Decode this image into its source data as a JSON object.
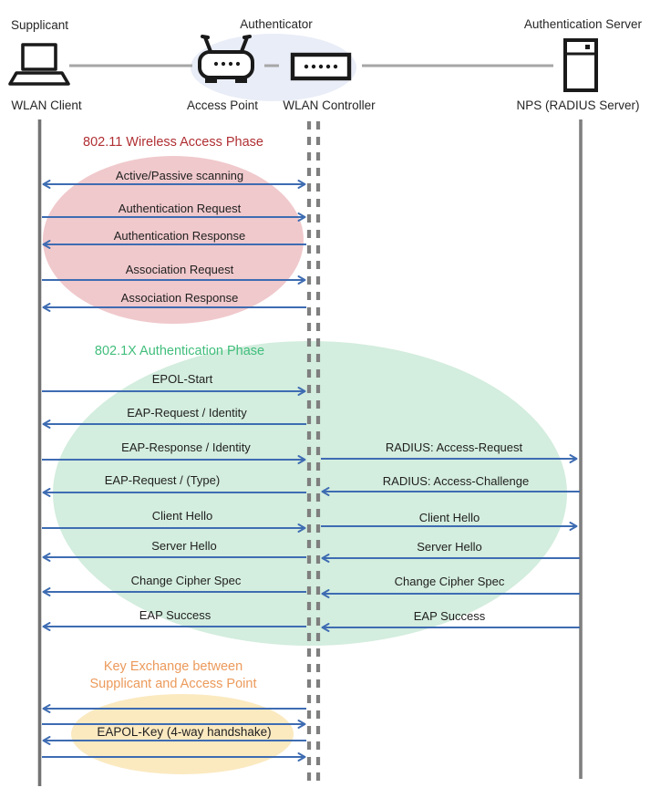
{
  "actors": {
    "roles": [
      {
        "label": "Supplicant"
      },
      {
        "label": "Authenticator"
      },
      {
        "label": "Authentication Server"
      }
    ],
    "devices": [
      {
        "label": "WLAN Client",
        "icon": "laptop-icon"
      },
      {
        "label": "Access Point",
        "icon": "access-point-icon"
      },
      {
        "label": "WLAN Controller",
        "icon": "wlan-controller-icon"
      },
      {
        "label": "NPS (RADIUS Server)",
        "icon": "server-icon"
      }
    ]
  },
  "colors": {
    "arrow": "#3E6CB2",
    "lifeline_solid": "#737373",
    "lifeline_dashed": "#7F7F7F",
    "connector": "#A6A6A6",
    "authenticator_group_fill": "#E9EDF7",
    "phase1_ellipse": "#F0C9CC",
    "phase2_ellipse": "#D3EDDE",
    "phase3_ellipse": "#FBE9C0",
    "phase1_title": "#B02F33",
    "phase2_title": "#41BE7C",
    "phase3_title": "#EC9A5B"
  },
  "phases": [
    {
      "title": "802.11 Wireless Access Phase",
      "messages": [
        {
          "label": "Active/Passive scanning",
          "from": "WLAN Client",
          "to": "WLAN Controller",
          "direction": "bidirectional"
        },
        {
          "label": "Authentication Request",
          "from": "WLAN Client",
          "to": "WLAN Controller",
          "direction": "right"
        },
        {
          "label": "Authentication Response",
          "from": "WLAN Controller",
          "to": "WLAN Client",
          "direction": "left"
        },
        {
          "label": "Association Request",
          "from": "WLAN Client",
          "to": "WLAN Controller",
          "direction": "right"
        },
        {
          "label": "Association Response",
          "from": "WLAN Controller",
          "to": "WLAN Client",
          "direction": "left"
        }
      ]
    },
    {
      "title": "802.1X Authentication Phase",
      "messages": [
        {
          "label": "EPOL-Start",
          "segment": "client-controller",
          "direction": "right"
        },
        {
          "label": "EAP-Request / Identity",
          "segment": "client-controller",
          "direction": "left"
        },
        {
          "label": "EAP-Response / Identity",
          "segment": "client-controller",
          "direction": "right"
        },
        {
          "label": "RADIUS: Access-Request",
          "segment": "controller-server",
          "direction": "right"
        },
        {
          "label": "EAP-Request / (Type)",
          "segment": "client-controller",
          "direction": "left"
        },
        {
          "label": "RADIUS: Access-Challenge",
          "segment": "controller-server",
          "direction": "left"
        },
        {
          "label": "Client Hello",
          "segment": "client-controller",
          "direction": "right"
        },
        {
          "label": "Client Hello",
          "segment": "controller-server",
          "direction": "right"
        },
        {
          "label": "Server Hello",
          "segment": "client-controller",
          "direction": "left"
        },
        {
          "label": "Server Hello",
          "segment": "controller-server",
          "direction": "left"
        },
        {
          "label": "Change Cipher Spec",
          "segment": "client-controller",
          "direction": "left"
        },
        {
          "label": "Change Cipher Spec",
          "segment": "controller-server",
          "direction": "left"
        },
        {
          "label": "EAP Success",
          "segment": "client-controller",
          "direction": "left"
        },
        {
          "label": "EAP Success",
          "segment": "controller-server",
          "direction": "left"
        }
      ]
    },
    {
      "title_line1": "Key Exchange between",
      "title_line2": "Supplicant and Access Point",
      "messages": [
        {
          "label": "",
          "direction": "left"
        },
        {
          "label": "",
          "direction": "right"
        },
        {
          "label": "EAPOL-Key (4-way handshake)",
          "direction": "left"
        },
        {
          "label": "",
          "direction": "right"
        }
      ]
    }
  ]
}
